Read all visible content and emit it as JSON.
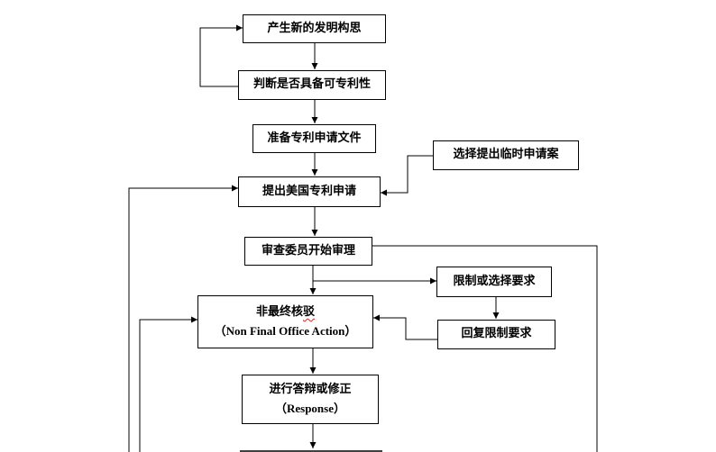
{
  "colors": {
    "line": "#000000",
    "box_fill": "#ffffff",
    "text": "#000000",
    "spell_mark": "#dd2222"
  },
  "nodes": {
    "idea": {
      "text": "产生新的发明构思"
    },
    "judge": {
      "text": "判断是否具备可专利性"
    },
    "prepare": {
      "text": "准备专利申请文件"
    },
    "file_us": {
      "text": "提出美国专利申请"
    },
    "provisional": {
      "text": "选择提出临时申请案"
    },
    "exam": {
      "text": "审查委员开始审理"
    },
    "restrict": {
      "text": "限制或选择要求"
    },
    "nonfinal": {
      "text_main": "非最终核",
      "text_marked": "驳",
      "text_sub": "（Non Final Office Action）"
    },
    "reply_restrict": {
      "text": "回复限制要求"
    },
    "response": {
      "text": "进行答辩或修正",
      "text_sub": "（Response）"
    }
  }
}
